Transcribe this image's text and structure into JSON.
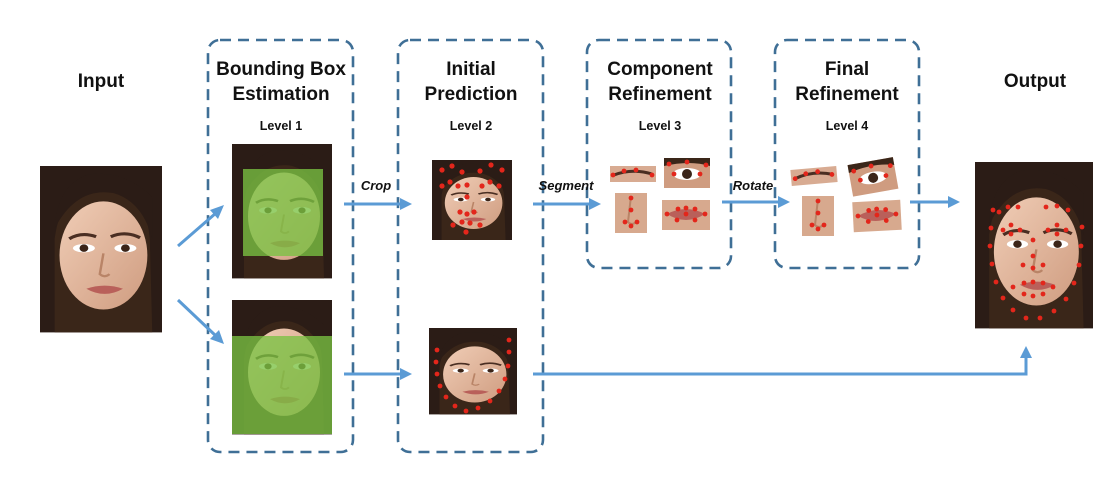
{
  "stages": {
    "input": {
      "title": "Input"
    },
    "level1": {
      "title_line1": "Bounding Box",
      "title_line2": "Estimation",
      "level": "Level 1"
    },
    "level2": {
      "title_line1": "Initial",
      "title_line2": "Prediction",
      "level": "Level 2"
    },
    "level3": {
      "title_line1": "Component",
      "title_line2": "Refinement",
      "level": "Level 3"
    },
    "level4": {
      "title_line1": "Final",
      "title_line2": "Refinement",
      "level": "Level 4"
    },
    "output": {
      "title": "Output"
    }
  },
  "arrow_labels": {
    "crop": "Crop",
    "segment": "Segment",
    "rotate": "Rotate"
  },
  "colors": {
    "box_border": "#3f6f96",
    "arrow": "#5b9bd5",
    "bbox_overlay": "#7ac143",
    "landmark": "#e3261b",
    "skin": "#e2b79c",
    "hair": "#2b1c16"
  }
}
